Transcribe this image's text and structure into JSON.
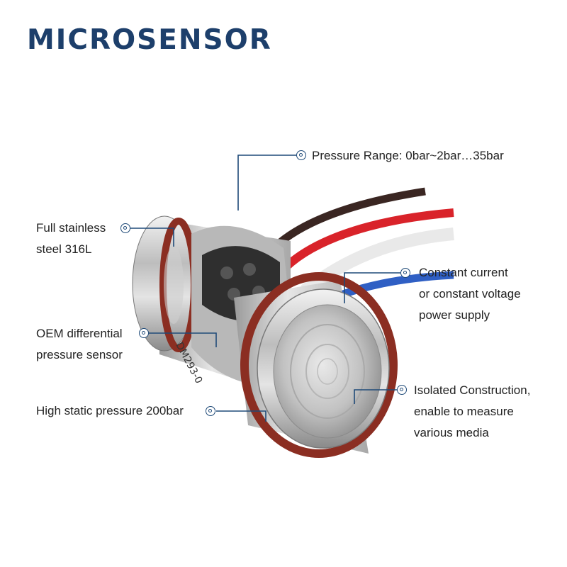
{
  "brand": {
    "name": "MICROSENSOR"
  },
  "callouts": {
    "pressure_range": "Pressure Range: 0bar~2bar…35bar",
    "material": "Full stainless\nsteel 316L",
    "power": "Constant current\nor constant voltage\npower supply",
    "sensor_type": "OEM differential\npressure sensor",
    "isolated": "Isolated Construction,\nenable to measure\nvarious media",
    "static_pressure": "High static pressure 200bar"
  },
  "product": {
    "engraving": "DM293-0"
  },
  "colors": {
    "brand": "#1d3f6b",
    "leader": "#1f4a78",
    "oring": "#8b2e22",
    "steel": "#c9c9c9"
  }
}
